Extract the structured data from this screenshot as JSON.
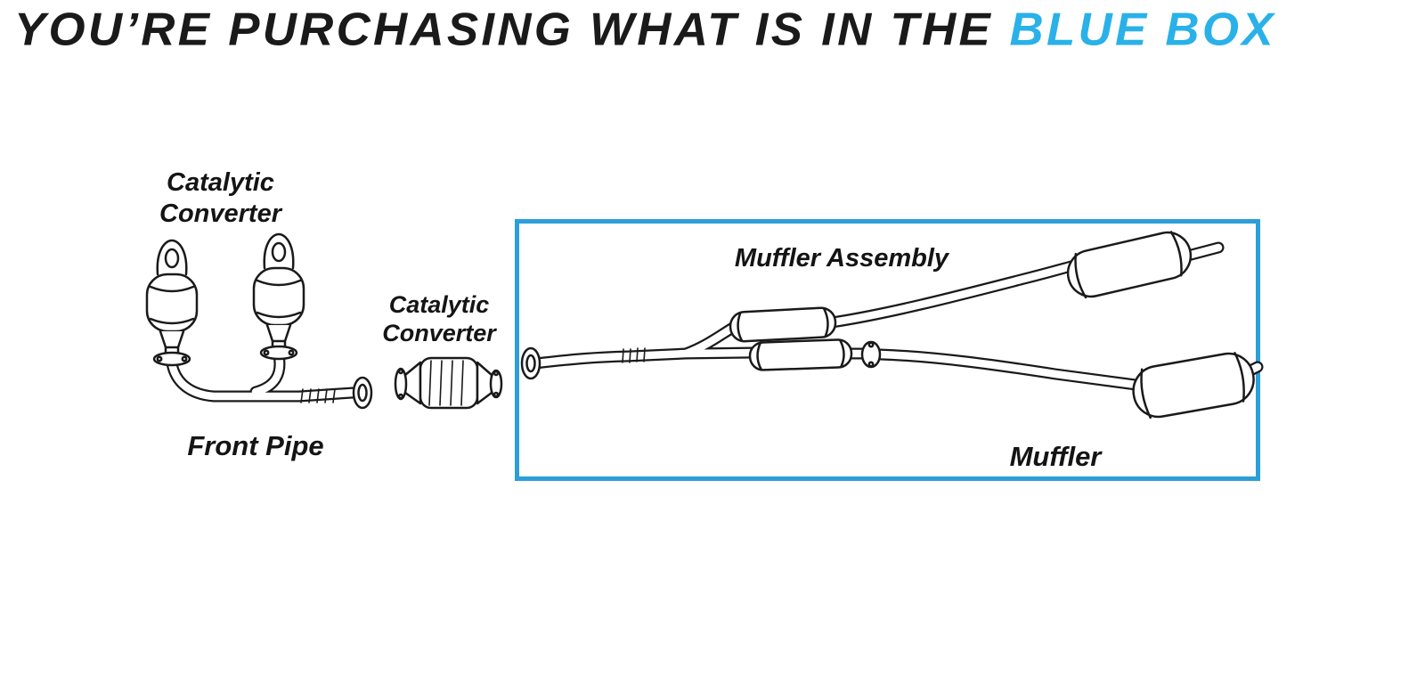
{
  "title": {
    "prefix": "YOU’RE PURCHASING WHAT IS IN THE",
    "highlight": "BLUE BOX"
  },
  "diagram": {
    "labels": {
      "catalytic_converter_left": "Catalytic\nConverter",
      "catalytic_converter_mid": "Catalytic\nConverter",
      "front_pipe": "Front Pipe",
      "muffler_assembly": "Muffler Assembly",
      "muffler": "Muffler"
    }
  },
  "colors": {
    "highlight_blue": "#29b1e8",
    "box_blue": "#2b9fd8",
    "line_ink": "#1a1a1a"
  }
}
